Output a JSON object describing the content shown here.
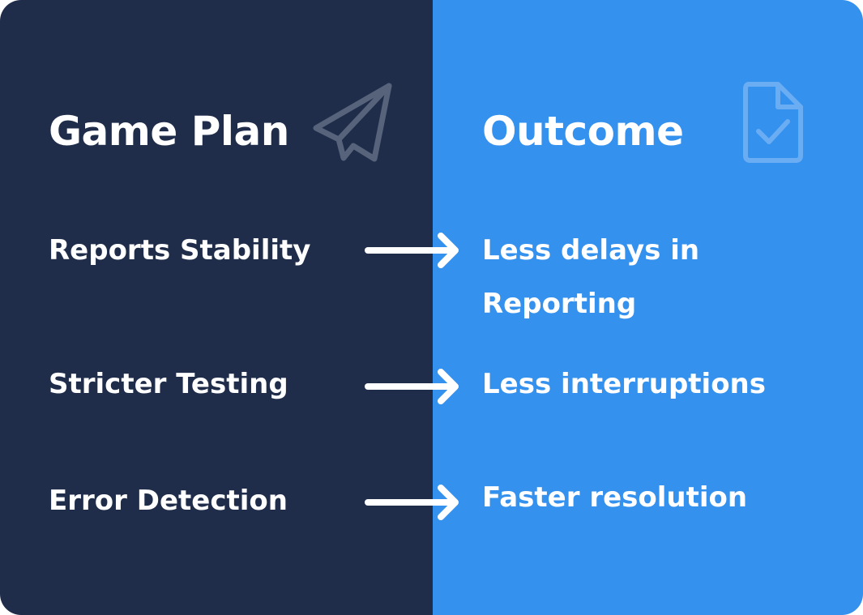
{
  "left": {
    "title": "Game Plan",
    "icon": "paper-plane-icon",
    "items": [
      "Reports Stability",
      "Stricter Testing",
      "Error Detection"
    ]
  },
  "right": {
    "title": "Outcome",
    "icon": "document-check-icon",
    "items": [
      "Less delays in Reporting",
      "Less interruptions",
      "Faster resolution"
    ]
  },
  "colors": {
    "left_bg": "#1f2d4b",
    "right_bg": "#3591ee",
    "text": "#ffffff"
  }
}
